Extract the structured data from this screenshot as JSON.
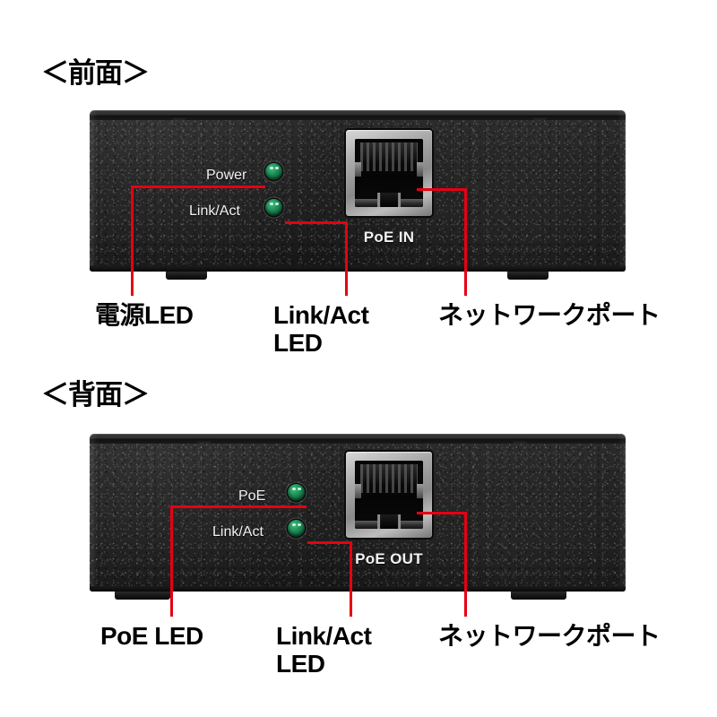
{
  "page": {
    "background_color": "#ffffff",
    "accent_color": "#e60012",
    "led_color": "#1d8a53",
    "chassis_color": "#222222",
    "silkscreen_color": "#f2f2f2"
  },
  "sections": [
    {
      "heading": "＜前面＞",
      "device": {
        "port_label": "PoE IN",
        "leds": [
          {
            "label": "Power"
          },
          {
            "label": "Link/Act"
          }
        ]
      },
      "callouts": [
        {
          "text": "電源LED"
        },
        {
          "text": "Link/Act\nLED"
        },
        {
          "text": "ネットワークポート"
        }
      ]
    },
    {
      "heading": "＜背面＞",
      "device": {
        "port_label": "PoE OUT",
        "leds": [
          {
            "label": "PoE"
          },
          {
            "label": "Link/Act"
          }
        ]
      },
      "callouts": [
        {
          "text": "PoE LED"
        },
        {
          "text": "Link/Act\nLED"
        },
        {
          "text": "ネットワークポート"
        }
      ]
    }
  ]
}
